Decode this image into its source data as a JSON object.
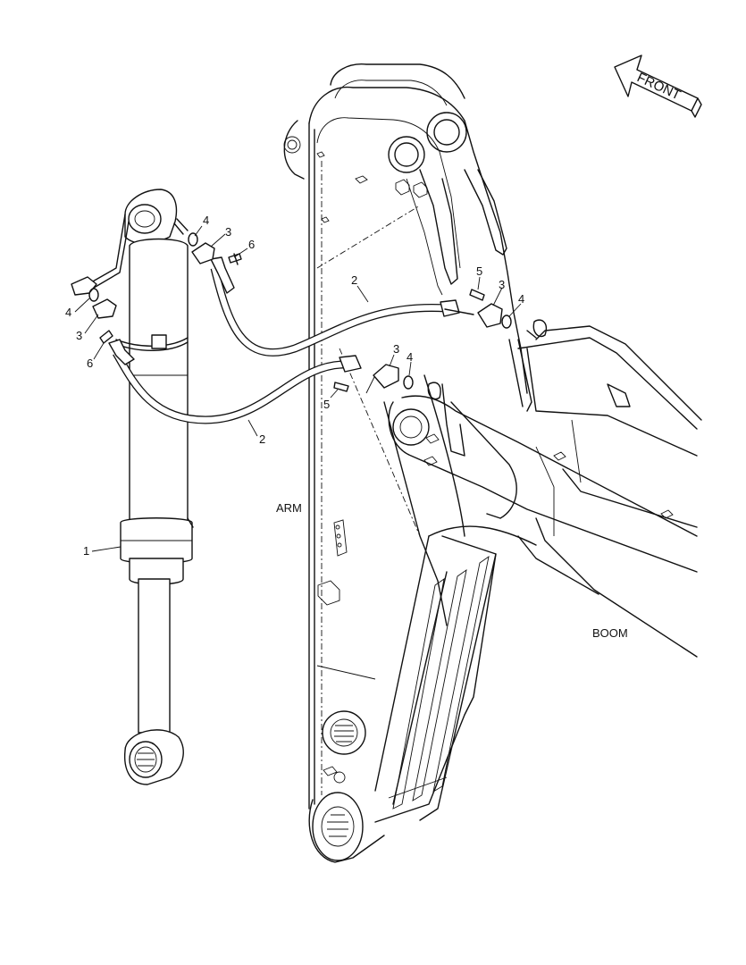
{
  "labels": {
    "front": "FRONT",
    "arm": "ARM",
    "boom": "BOOM"
  },
  "callouts": [
    {
      "id": "c-1",
      "text": "1"
    },
    {
      "id": "c-2a",
      "text": "2"
    },
    {
      "id": "c-2b",
      "text": "2"
    },
    {
      "id": "c-3a",
      "text": "3"
    },
    {
      "id": "c-3b",
      "text": "3"
    },
    {
      "id": "c-3c",
      "text": "3"
    },
    {
      "id": "c-3d",
      "text": "3"
    },
    {
      "id": "c-4a",
      "text": "4"
    },
    {
      "id": "c-4b",
      "text": "4"
    },
    {
      "id": "c-4c",
      "text": "4"
    },
    {
      "id": "c-4d",
      "text": "4"
    },
    {
      "id": "c-5a",
      "text": "5"
    },
    {
      "id": "c-5b",
      "text": "5"
    },
    {
      "id": "c-6a",
      "text": "6"
    },
    {
      "id": "c-6b",
      "text": "6"
    }
  ]
}
